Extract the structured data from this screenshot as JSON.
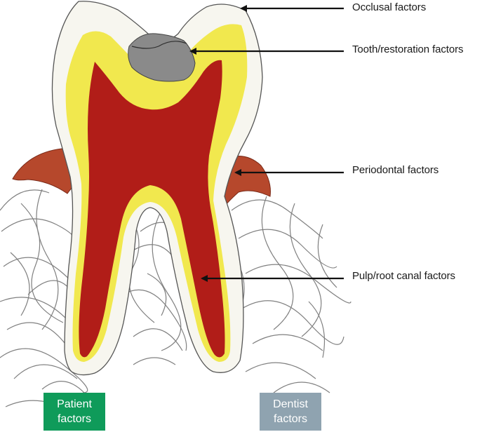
{
  "labels": {
    "occlusal": "Occlusal factors",
    "tooth_restoration": "Tooth/restoration factors",
    "periodontal": "Periodontal factors",
    "pulp_root_canal": "Pulp/root canal factors"
  },
  "boxes": {
    "patient": {
      "line1": "Patient",
      "line2": "factors",
      "color": "#0f9b5a"
    },
    "dentist": {
      "line1": "Dentist",
      "line2": "factors",
      "color": "#8fa3b0"
    }
  },
  "colors": {
    "enamel": "#f7f6ef",
    "dentin": "#f1e84e",
    "pulp": "#b11d18",
    "restoration": "#8a8a8a",
    "gingiva": "#b6482c",
    "bone_line": "#6a6a6a",
    "arrow": "#111111"
  }
}
